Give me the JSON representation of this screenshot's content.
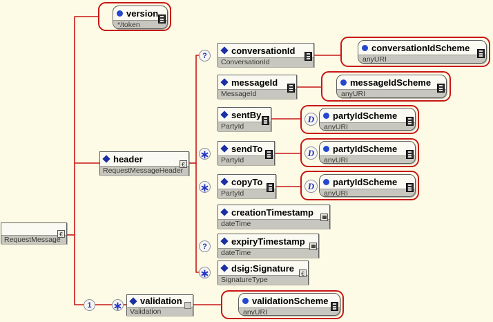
{
  "colors": {
    "background": "#FDFBE5",
    "connector_red": "#C81616",
    "element_marker_blue": "#1C2FA2",
    "attribute_marker_blue": "#2547CF",
    "type_row_gray": "#C7C7BF"
  },
  "icons": {
    "attributes": "attributes-list-icon",
    "facets": "facets-icon",
    "expand": "content-model-icon",
    "plain": "plain-icon"
  },
  "badges": {
    "optional": "?",
    "repeat": "∗",
    "one": "1",
    "derived": "D"
  },
  "root": {
    "label": "RequestMessage"
  },
  "nodes": {
    "version": {
      "name": "version",
      "type": "*/token"
    },
    "header": {
      "name": "header",
      "type": "RequestMessageHeader"
    },
    "conversationId": {
      "name": "conversationId",
      "type": "ConversationId"
    },
    "conversationIdScheme": {
      "name": "conversationIdScheme",
      "type": "anyURI"
    },
    "messageId": {
      "name": "messageId",
      "type": "MessageId"
    },
    "messageIdScheme": {
      "name": "messageIdScheme",
      "type": "anyURI"
    },
    "sentBy": {
      "name": "sentBy",
      "type": "PartyId"
    },
    "sendTo": {
      "name": "sendTo",
      "type": "PartyId"
    },
    "copyTo": {
      "name": "copyTo",
      "type": "PartyId"
    },
    "partyIdScheme": {
      "name": "partyIdScheme",
      "type": "anyURI"
    },
    "creationTimestamp": {
      "name": "creationTimestamp",
      "type": "dateTime"
    },
    "expiryTimestamp": {
      "name": "expiryTimestamp",
      "type": "dateTime"
    },
    "dsigSignature": {
      "name": "dsig:Signature",
      "type": "SignatureType"
    },
    "validation": {
      "name": "validation",
      "type": "Validation"
    },
    "validationScheme": {
      "name": "validationScheme",
      "type": "anyURI"
    }
  }
}
